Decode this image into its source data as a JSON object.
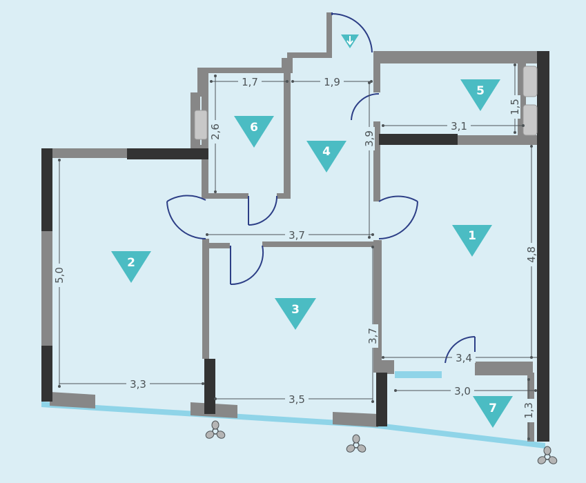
{
  "colors": {
    "background": "#dbeef5",
    "wall_light": "#878787",
    "wall_dark": "#333333",
    "room_marker": "#4bbcc3",
    "glass": "#8fd4e8",
    "dimension": "#4d5356"
  },
  "rooms": [
    {
      "id": "1",
      "label": "1"
    },
    {
      "id": "2",
      "label": "2"
    },
    {
      "id": "3",
      "label": "3"
    },
    {
      "id": "4",
      "label": "4"
    },
    {
      "id": "5",
      "label": "5"
    },
    {
      "id": "6",
      "label": "6"
    },
    {
      "id": "7",
      "label": "7"
    }
  ],
  "dimensions": {
    "d_1_7": "1,7",
    "d_1_9": "1,9",
    "d_1_5": "1,5",
    "d_3_1": "3,1",
    "d_2_6": "2,6",
    "d_3_9": "3,9",
    "d_3_7_h": "3,7",
    "d_5_0": "5,0",
    "d_4_8": "4,8",
    "d_3_7_v": "3,7",
    "d_3_4": "3,4",
    "d_3_3": "3,3",
    "d_3_5": "3,5",
    "d_3_0": "3,0",
    "d_1_3": "1,3"
  },
  "icons": {
    "entrance": "entrance-arrow-icon",
    "ventilation": "fan-icon"
  }
}
